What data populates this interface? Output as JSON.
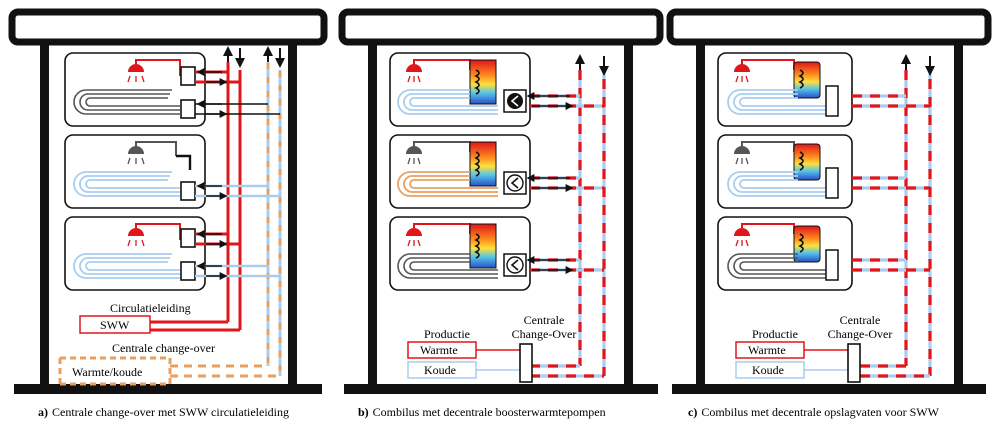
{
  "panels": [
    {
      "caption_prefix": "a)",
      "caption": "Centrale change-over met SWW circulatieleiding",
      "label_circulation": "Circulatieleiding",
      "box_sww": "SWW",
      "label_changeover": "Centrale change-over",
      "box_warmte_koude": "Warmte/koude"
    },
    {
      "caption_prefix": "b)",
      "caption": "Combilus met decentrale boosterwarmtepompen",
      "label_productie": "Productie",
      "box_warmte": "Warmte",
      "box_koude": "Koude",
      "label_changeover_1": "Centrale",
      "label_changeover_2": "Change-Over"
    },
    {
      "caption_prefix": "c)",
      "caption": "Combilus met decentrale opslagvaten voor SWW",
      "label_productie": "Productie",
      "box_warmte": "Warmte",
      "box_koude": "Koude",
      "label_changeover_1": "Centrale",
      "label_changeover_2": "Change-Over"
    }
  ],
  "colors": {
    "hot": "#e0161b",
    "cold": "#a9cdee",
    "orange": "#e8a060",
    "frame": "#111111",
    "gray": "#555555"
  }
}
